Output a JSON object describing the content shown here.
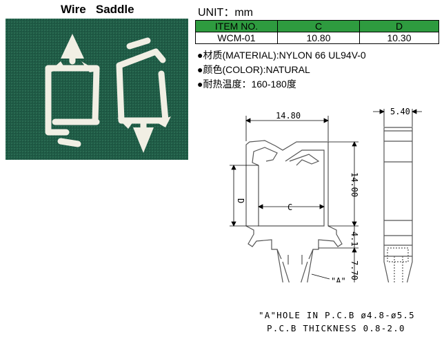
{
  "title": "Wire   Saddle",
  "unit": "UNIT：mm",
  "table": {
    "headers": [
      "ITEM NO.",
      "C",
      "D"
    ],
    "rows": [
      [
        "WCM-01",
        "10.80",
        "10.30"
      ]
    ]
  },
  "properties": [
    "●材质(MATERIAL):NYLON 66 UL94V-0",
    "●颜色(COLOR):NATURAL",
    "●耐热温度：160-180度"
  ],
  "dimensions": {
    "width": "14.80",
    "side_width": "5.40",
    "height": "14.00",
    "gap": "4.1",
    "anchor": "7.70",
    "d_label": "D",
    "c_label": "C",
    "a_label": "\"A\""
  },
  "notes": {
    "hole": "\"A\"HOLE IN P.C.B ø4.8-ø5.5",
    "thickness": "P.C.B THICKNESS 0.8-2.0"
  },
  "colors": {
    "table_header": "#2e9b3f",
    "photo_bg": "#1f5a45",
    "part": "#f1efe4"
  }
}
